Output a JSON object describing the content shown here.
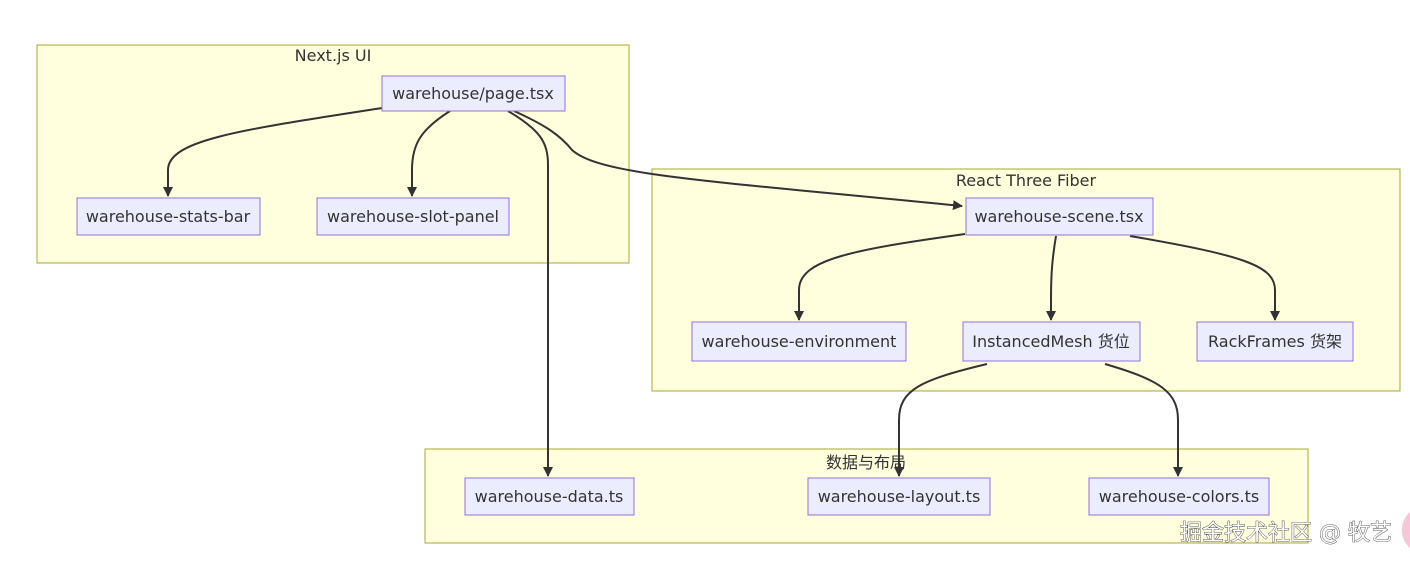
{
  "clusters": {
    "nextjs": {
      "label": "Next.js UI"
    },
    "r3f": {
      "label": "React Three Fiber"
    },
    "data": {
      "label": "数据与布局"
    }
  },
  "nodes": {
    "page": "warehouse/page.tsx",
    "stats_bar": "warehouse-stats-bar",
    "slot_panel": "warehouse-slot-panel",
    "scene": "warehouse-scene.tsx",
    "environment": "warehouse-environment",
    "instanced_mesh": "InstancedMesh 货位",
    "rack_frames": "RackFrames 货架",
    "data_ts": "warehouse-data.ts",
    "layout_ts": "warehouse-layout.ts",
    "colors_ts": "warehouse-colors.ts"
  },
  "edges": [
    {
      "from": "warehouse/page.tsx",
      "to": "warehouse-stats-bar"
    },
    {
      "from": "warehouse/page.tsx",
      "to": "warehouse-slot-panel"
    },
    {
      "from": "warehouse/page.tsx",
      "to": "warehouse-data.ts"
    },
    {
      "from": "warehouse/page.tsx",
      "to": "warehouse-scene.tsx"
    },
    {
      "from": "warehouse-scene.tsx",
      "to": "warehouse-environment"
    },
    {
      "from": "warehouse-scene.tsx",
      "to": "InstancedMesh 货位"
    },
    {
      "from": "warehouse-scene.tsx",
      "to": "RackFrames 货架"
    },
    {
      "from": "InstancedMesh 货位",
      "to": "warehouse-layout.ts"
    },
    {
      "from": "InstancedMesh 货位",
      "to": "warehouse-colors.ts"
    }
  ],
  "watermark": "掘金技术社区 @ 牧艺",
  "colors": {
    "cluster_fill": "#ffffde",
    "cluster_stroke": "#aaaa33",
    "node_fill": "#ececff",
    "node_stroke": "#9370db",
    "edge": "#333333"
  }
}
